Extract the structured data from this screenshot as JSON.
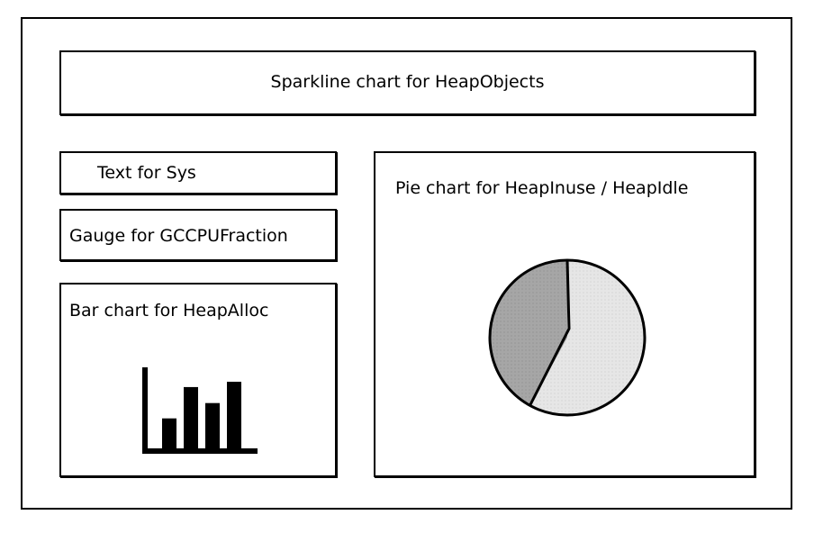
{
  "panels": {
    "sparkline": {
      "label": "Sparkline chart for HeapObjects"
    },
    "text": {
      "label": "Text for Sys"
    },
    "gauge": {
      "label": "Gauge for GCCPUFraction"
    },
    "bar": {
      "label": "Bar chart for HeapAlloc"
    },
    "pie": {
      "label": "Pie chart for HeapInuse / HeapIdle"
    }
  },
  "pie_icon": {
    "slices": [
      {
        "fraction": 0.58,
        "color": "#e6e6e6"
      },
      {
        "fraction": 0.42,
        "color": "#a6a6a6"
      }
    ]
  },
  "bar_icon": {
    "values": [
      0.45,
      0.92,
      0.68,
      1.0
    ],
    "color": "#000000"
  }
}
